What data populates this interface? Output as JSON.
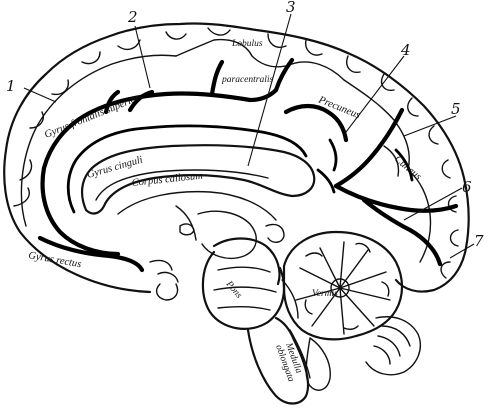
{
  "numbers": [
    "1",
    "2",
    "3",
    "4",
    "5",
    "6",
    "7"
  ],
  "labels": {
    "gyrus_frontalis_superior": "Gyrus frontalis superior",
    "gyrus_cinguli": "Gyrus cinguli",
    "corpus_callosum": "Corpus callosum",
    "lobulus_line1": "Lobulus",
    "lobulus_line2": "paracentralis",
    "precuneus": "Precuneus",
    "cuneus": "Cuneus",
    "gyrus_rectus": "Gyrus rectus",
    "vermis": "Vermis",
    "pons": "Pons",
    "medulla_line1": "Medulla",
    "medulla_line2": "oblongata"
  }
}
